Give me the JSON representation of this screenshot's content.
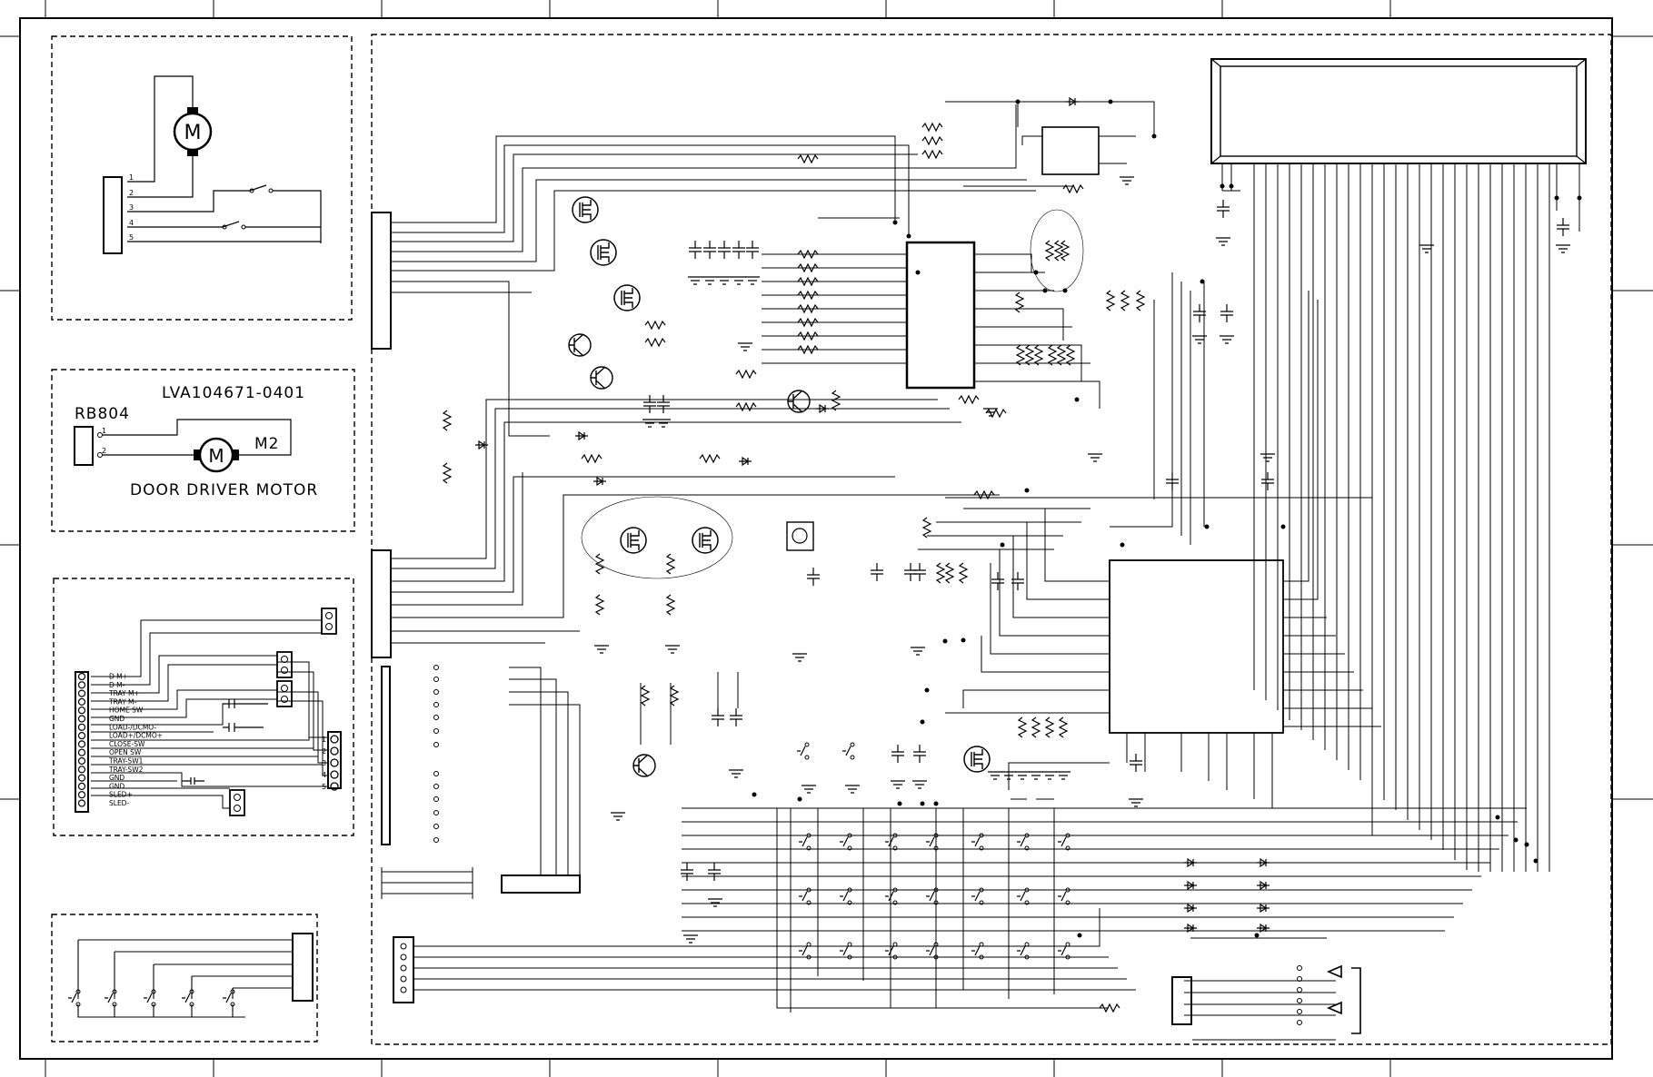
{
  "door_motor_block": {
    "part_number": "LVA104671-0401",
    "connector_ref": "RB804",
    "motor_ref": "M2",
    "motor_title": "DOOR DRIVER MOTOR",
    "motor_symbol": "M",
    "pins": [
      "1",
      "2"
    ]
  },
  "top_left_block": {
    "motor_symbol": "M",
    "pins": [
      "1",
      "2",
      "3",
      "4",
      "5"
    ]
  },
  "tray_block": {
    "signals": [
      "D M+",
      "D M-",
      "TRAY M+",
      "TRAY M-",
      "HOME SW",
      "GND",
      "LOAD-/DCMO-",
      "LOAD+/DCMO+",
      "CLOSE-SW",
      "OPEN SW",
      "TRAY-SW1",
      "TRAY-SW2",
      "GND",
      "GND",
      "SLED+",
      "SLED-"
    ],
    "right_pins": [
      "1",
      "2",
      "3",
      "4",
      "5"
    ]
  }
}
